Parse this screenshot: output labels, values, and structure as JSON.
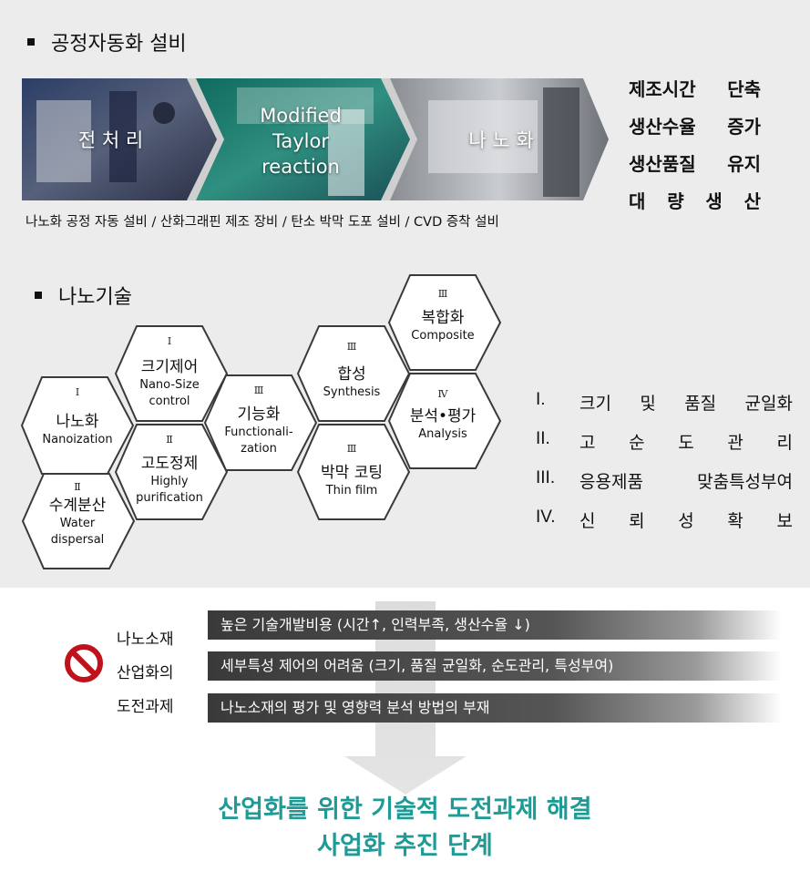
{
  "section1": {
    "title": "공정자동화 설비"
  },
  "process": {
    "steps": [
      {
        "label": "전 처 리"
      },
      {
        "label_line1": "Modified",
        "label_line2": "Taylor",
        "label_line3": "reaction"
      },
      {
        "label": "나 노 화"
      }
    ],
    "caption": "나노화 공정 자동 설비 / 산화그래핀 제조 장비 / 탄소 박막 도포 설비 / CVD 증착 설비"
  },
  "effects": [
    "제조시간 단축",
    "생산수율 증가",
    "생산품질 유지",
    "대 량 생 산"
  ],
  "section2": {
    "title": "나노기술"
  },
  "hexagons": [
    {
      "num": "Ⅰ",
      "kr": "나노화",
      "en": "Nanoization"
    },
    {
      "num": "Ⅱ",
      "kr": "수계분산",
      "en_line1": "Water",
      "en_line2": "dispersal"
    },
    {
      "num": "Ⅰ",
      "kr": "크기제어",
      "en_line1": "Nano-Size",
      "en_line2": "control"
    },
    {
      "num": "Ⅱ",
      "kr": "고도정제",
      "en_line1": "Highly",
      "en_line2": "purification"
    },
    {
      "num": "Ⅲ",
      "kr": "기능화",
      "en_line1": "Functionali-",
      "en_line2": "zation"
    },
    {
      "num": "Ⅲ",
      "kr": "합성",
      "en": "Synthesis"
    },
    {
      "num": "Ⅲ",
      "kr": "박막 코팅",
      "en": "Thin film"
    },
    {
      "num": "Ⅲ",
      "kr": "복합화",
      "en": "Composite"
    },
    {
      "num": "Ⅳ",
      "kr": "분석•평가",
      "en": "Analysis"
    }
  ],
  "goals": [
    {
      "num": "I.",
      "text": "크기 및 품질 균일화"
    },
    {
      "num": "II.",
      "text": "고 순 도 관 리"
    },
    {
      "num": "III.",
      "text": "응용제품 맞춤특성부여"
    },
    {
      "num": "IV.",
      "text": "신 뢰 성 확 보"
    }
  ],
  "challenges": {
    "label_line1": "나노소재",
    "label_line2": "산업화의",
    "label_line3": "도전과제",
    "items": [
      "높은 기술개발비용 (시간↑, 인력부족, 생산수율 ↓)",
      "세부특성 제어의 어려움 (크기, 품질 균일화, 순도관리, 특성부여)",
      "나노소재의 평가 및 영향력 분석 방법의 부재"
    ]
  },
  "conclusion": {
    "line1": "산업화를 위한 기술적 도전과제 해결",
    "line2": "사업화 추진 단계"
  },
  "colors": {
    "accent": "#1f9a94",
    "panel": "#ececec",
    "hex_stroke": "#3a3a3a",
    "no_sign": "#c0121c"
  }
}
